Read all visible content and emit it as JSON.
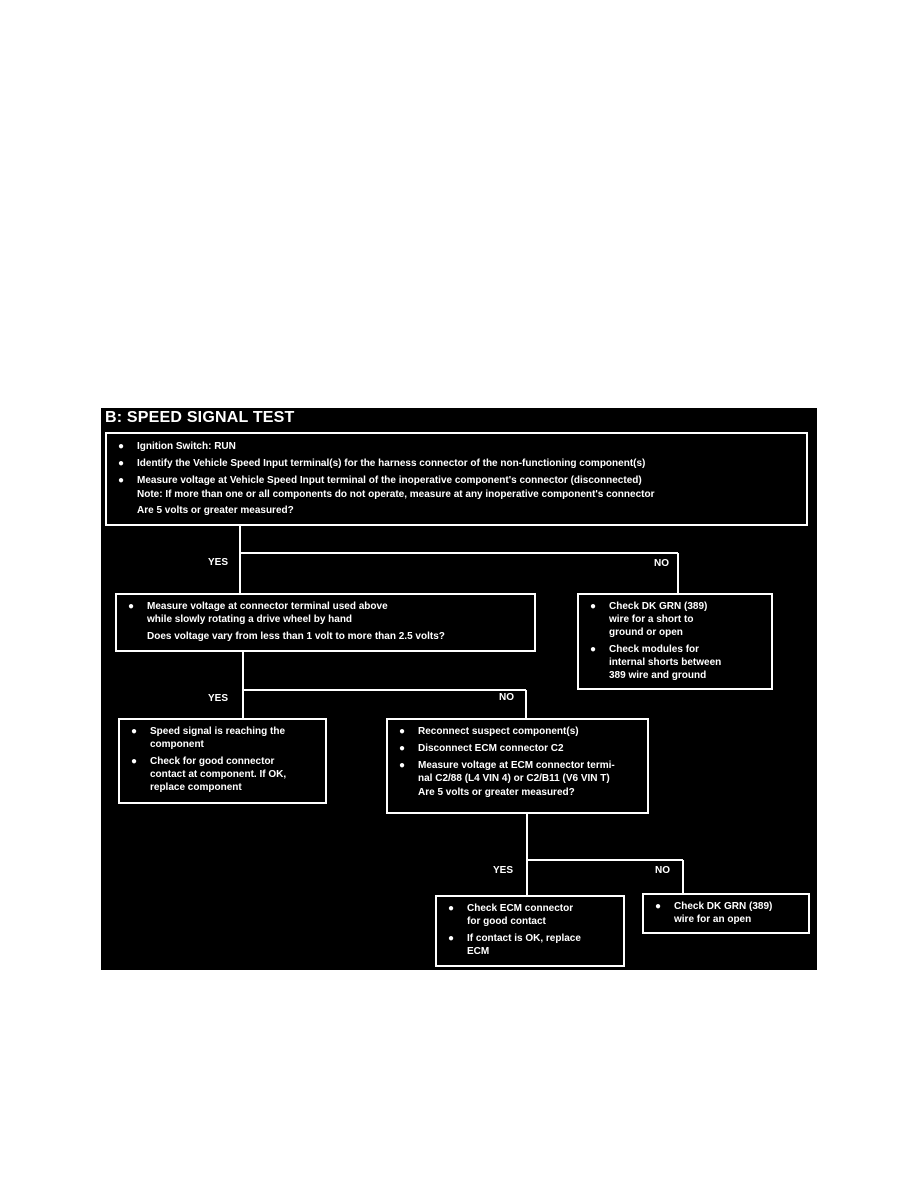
{
  "diagram": {
    "title": "B: SPEED SIGNAL TEST",
    "box1": {
      "items": [
        "Ignition Switch: RUN",
        "Identify the Vehicle Speed Input terminal(s) for the harness connector of the non-functioning component(s)",
        "Measure voltage at Vehicle Speed Input terminal of the inoperative component's connector (disconnected)"
      ],
      "note": "Note: If more than one or all components do not operate, measure at any inoperative component's connector",
      "question": "Are 5 volts or greater measured?"
    },
    "yes1": "YES",
    "no1": "NO",
    "box2": {
      "items": [
        "Measure voltage at connector terminal used above\nwhile slowly rotating a drive wheel by hand"
      ],
      "question": "Does voltage vary from less than 1 volt to more than 2.5 volts?"
    },
    "box3": {
      "items": [
        "Check DK GRN (389)\nwire for a short to\nground or open",
        "Check modules for\ninternal shorts between\n389 wire and ground"
      ]
    },
    "yes2": "YES",
    "no2": "NO",
    "box4": {
      "items": [
        "Speed signal is reaching the\ncomponent",
        "Check for good connector\ncontact at component. If OK,\nreplace component"
      ]
    },
    "box5": {
      "items": [
        "Reconnect suspect component(s)",
        "Disconnect ECM connector C2",
        "Measure voltage at ECM connector termi-\nnal C2/88 (L4 VIN 4) or C2/B11 (V6 VIN T)"
      ],
      "question": "Are 5 volts or greater measured?"
    },
    "yes3": "YES",
    "no3": "NO",
    "box6": {
      "items": [
        "Check ECM connector\nfor good contact",
        "If contact is OK, replace\nECM"
      ]
    },
    "box7": {
      "items": [
        "Check DK GRN (389)\nwire for an open"
      ]
    }
  }
}
